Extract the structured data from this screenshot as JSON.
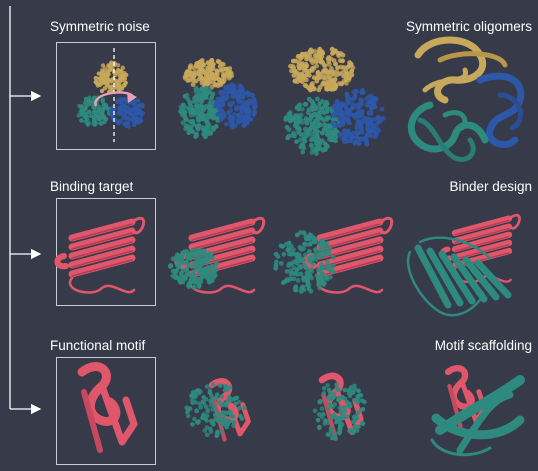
{
  "rows": [
    {
      "left_label": "Symmetric noise",
      "right_label": "Symmetric oligomers"
    },
    {
      "left_label": "Binding target",
      "right_label": "Binder design"
    },
    {
      "left_label": "Functional motif",
      "right_label": "Motif scaffolding"
    }
  ],
  "colors": {
    "background": "#373a48",
    "gold": "#c8a85a",
    "teal": "#2e8a7e",
    "blue": "#2d57a8",
    "pink": "#e0576c",
    "frame": "#c9ccd6"
  }
}
